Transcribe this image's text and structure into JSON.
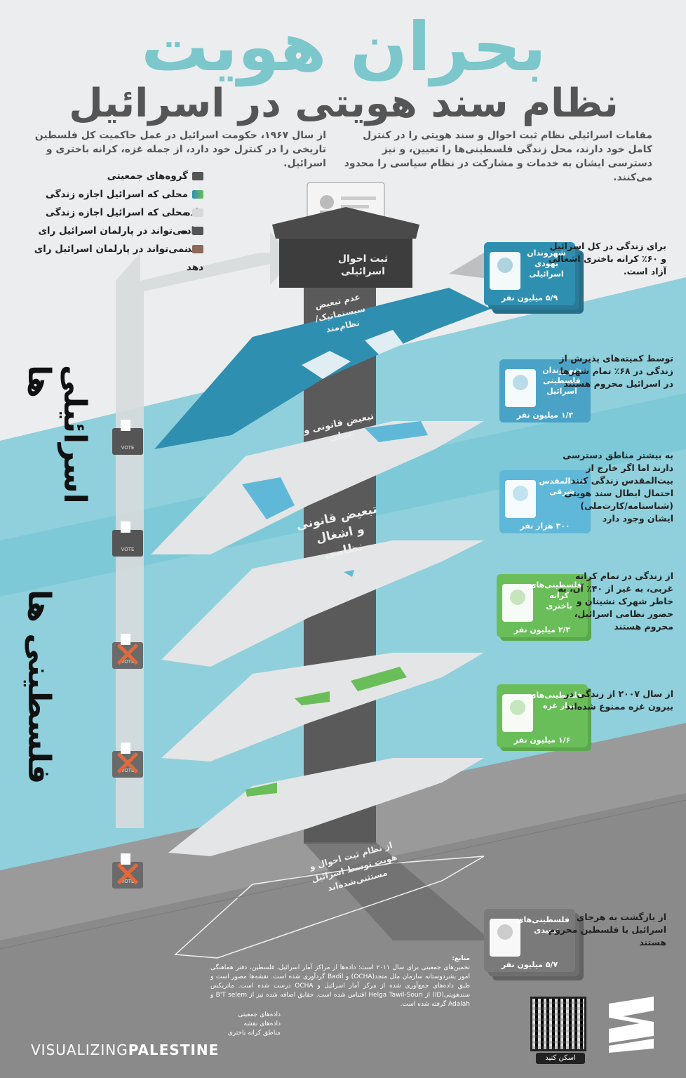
{
  "header": {
    "title": "بحران هویت",
    "subtitle": "نظام سند هویتی در اسرائیل",
    "intro_right": "مقامات اسرائیلی نظام ثبت احوال و سند هویتی را در کنترل کامل خود دارند، محل زندگی فلسطینی‌ها را تعیین، و نیز دسترسی ایشان به خدمات و مشارکت در نظام سیاسی را محدود می‌کنند.",
    "intro_left": "از سال ۱۹۶۷، حکومت اسرائیل در عمل حاکمیت کل فلسطین تاریخی را در کنترل خود دارد، از جمله غزه، کرانه باختری و اسرائیل."
  },
  "legend": [
    {
      "label": "گروه‌های جمعیتی",
      "icon": "id-card-icon"
    },
    {
      "label": "محلی که اسرائیل اجازه زندگی داده",
      "icon": "map-layer-icon"
    },
    {
      "label": "محلی که اسرائیل اجازه زندگی نداده",
      "icon": "empty-layer-icon"
    },
    {
      "label": "می‌تواند در پارلمان اسرائیل رای دهد",
      "icon": "ballot-box-icon"
    },
    {
      "label": "نمی‌تواند در پارلمان اسرائیل رای دهد",
      "icon": "ballot-box-crossed-icon"
    }
  ],
  "pillar": {
    "box_label": "ثبت احوال اسرائیلی",
    "labels": [
      "عدم تبعیض سیستماتیک/نظام‌مند",
      "تبعیض قانونی و عملی",
      "تبعیض قانونی و اشغال نظامی",
      "از نظام ثبت احوال و هویت توسط اسرائیل مستثنی‌شده‌اند"
    ]
  },
  "side_labels": {
    "israelis": "اسرائیلی ها",
    "palestinians": "فلسطینی ها"
  },
  "groups": [
    {
      "name": "شهروندان یهودی اسرائیلی",
      "count": "۵/۹ میلیون نفر",
      "desc": "برای زندگی در کل اسرائیل و ۶۰٪ کرانه باختری اشغالی آزاد است."
    },
    {
      "name": "شهروندان فلسطینی اسرائیل",
      "count": "۱/۳ میلیون نفر",
      "desc": "توسط کمیته‌های پذیرش از زندگی در ۶۸٪ تمام شهرها در اسرائیل محروم هستند"
    },
    {
      "name": "بیت‌المقدس شرقی",
      "count": "۳۰۰ هزار نفر",
      "desc": "به بیشتر مناطق دسترسی دارند اما اگر خارج از بیت‌المقدس زندگی کنند احتمال ابطال سند هویتی (شناسنامه/کارت‌ملی) ایشان وجود دارد"
    },
    {
      "name": "فلسطینی‌های کرانه باختری",
      "count": "۲/۳ میلیون نفر",
      "desc": "از زندگی در تمام کرانه غربی، به غیر از ۴۰٪ آن، به خاطر شهرک نشینان و حضور نظامی اسرائیل، محروم هستند"
    },
    {
      "name": "فلسطینی‌های نوار غزه",
      "count": "۱/۶ میلیون نفر",
      "desc": "از سال ۲۰۰۷ از زندگی در بیرون غزه ممنوع شده‌اند"
    },
    {
      "name": "فلسطینی‌های تبعیدی",
      "count": "۵/۷ میلیون نفر",
      "desc": "از بازگشت به هرجای اسرائیل یا فلسطین محروم هستند"
    }
  ],
  "vote": {
    "label": "VOTE"
  },
  "sources": {
    "heading": "منابع:",
    "text": "تخمین‌های جمعیتی برای سال ۲۰۱۱ است؛ داده‌ها از مراکز آمار اسرائیل، فلسطین، دفتر هماهنگی امور بشردوستانه سازمان ملل متحد(OCHA) و Badil گردآوری شده است. نقشه‌ها مصور است و طبق داده‌های جمع‌آوری شده از مرکز آمار اسرائیل و OCHA درست شده است. ماتریکس سندهویتی(ID) از Helga Tawil-Souri اقتباس شده است. حقایق اضافه شده نیز از B'T selem و Adalah گرفته شده است."
  },
  "map_key": {
    "l1": "داده‌های جمعیتی",
    "l2": "داده‌های نقشه",
    "l3": "مناطق کرانه باختری"
  },
  "footer": {
    "brand_a": "VISUALIZING",
    "brand_b": "PALESTINE",
    "scan": "اسکن کنید"
  },
  "colors": {
    "teal_dark": "#2f8fb0",
    "teal_light": "#5fb8d8",
    "green": "#6abe5a",
    "band": "#8fd0dc",
    "grey": "#8a8a8a",
    "title": "#7cc7cc"
  }
}
